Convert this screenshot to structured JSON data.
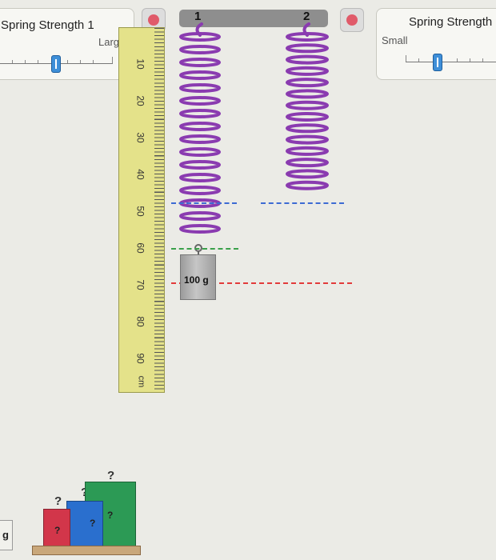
{
  "left_panel": {
    "title": "Spring Strength 1",
    "sub_label": "Large",
    "slider_value": 0.45
  },
  "right_panel": {
    "title": "Spring Strength",
    "sub_label": "Small",
    "slider_value": 0.3
  },
  "springs": {
    "spring1_label": "1",
    "spring2_label": "2"
  },
  "ruler": {
    "labels": [
      "10",
      "20",
      "30",
      "40",
      "50",
      "60",
      "70",
      "80",
      "90"
    ],
    "unit": "cm"
  },
  "hanging_mass": {
    "label": "100 g"
  },
  "mystery_masses": [
    {
      "label": "?",
      "color": "#d2364a"
    },
    {
      "label": "?",
      "color": "#2a6fce"
    },
    {
      "label": "?",
      "color": "#2c9a55"
    }
  ],
  "left_edge_text": "g",
  "icons": [
    "stop-icon",
    "spring-icon",
    "hook-icon"
  ],
  "colors": {
    "spring": "#8a3bb0",
    "equilibrium_line": "#3d6bd3",
    "natural_length_line": "#3aa14a",
    "reference_line": "#e23b3b"
  }
}
